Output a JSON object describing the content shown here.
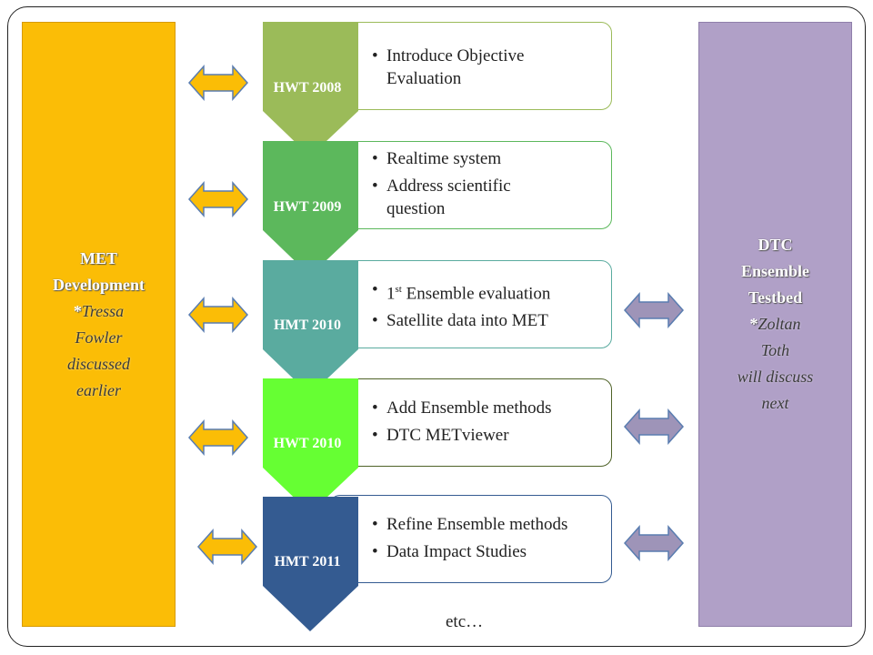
{
  "left_panel": {
    "title_line1": "MET",
    "title_line2": "Development",
    "star": "*",
    "body_line1": "Tressa",
    "body_line2": "Fowler",
    "body_line3": "discussed",
    "body_line4": "earlier",
    "color": "#fbbd06"
  },
  "right_panel": {
    "title_line1": "DTC",
    "title_line2": "Ensemble",
    "title_line3": "Testbed",
    "star": "*",
    "body_line1": "Zoltan",
    "body_line2": "Toth",
    "body_line3": "will discuss",
    "body_line4": "next",
    "color": "#b0a0c7"
  },
  "stages": [
    {
      "label": "HWT 2008",
      "color": "#9bbb59",
      "bullets": [
        "Introduce Objective Evaluation"
      ]
    },
    {
      "label": "HWT 2009",
      "color": "#5cb85c",
      "bullets": [
        "Realtime system",
        "Address scientific question"
      ]
    },
    {
      "label": "HMT 2010",
      "color": "#5aab9f",
      "bullets": [
        "1st Ensemble evaluation",
        "Satellite data into MET"
      ]
    },
    {
      "label": "HWT 2010",
      "color": "#66ff33",
      "bullets": [
        "Add Ensemble methods",
        "DTC METviewer"
      ]
    },
    {
      "label": "HMT 2011",
      "color": "#345b91",
      "bullets": [
        "Refine Ensemble methods",
        "Data Impact Studies"
      ]
    }
  ],
  "footer": "etc…",
  "arrow_colors": {
    "left": "#fbbd06",
    "right": "#9e94b8"
  }
}
